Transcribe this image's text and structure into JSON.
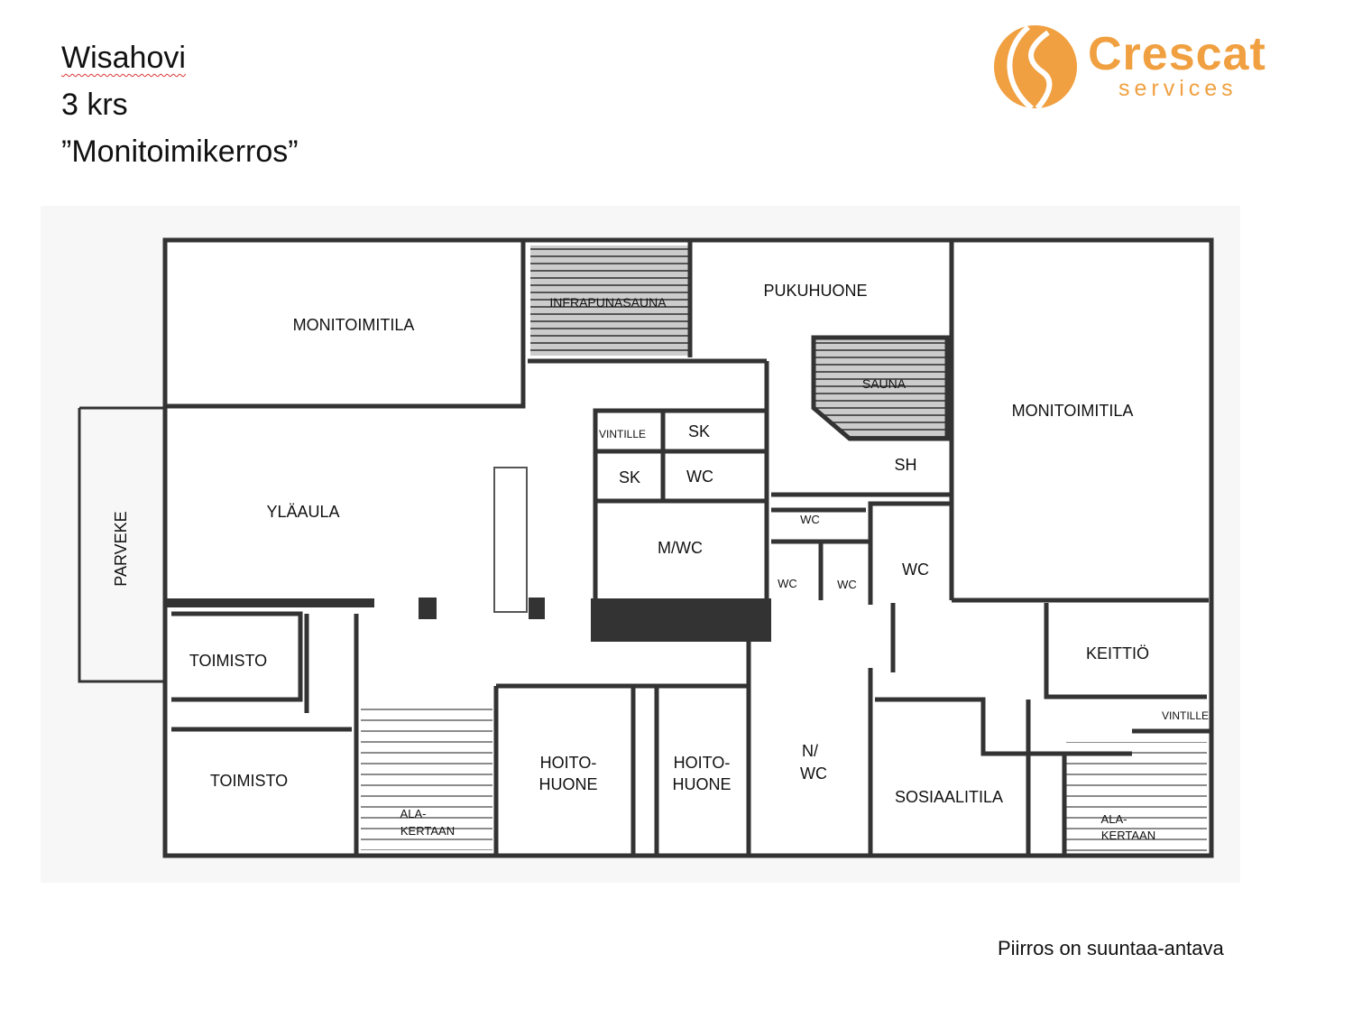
{
  "header": {
    "building": "Wisahovi",
    "floor": "3 krs",
    "floor_name": "”Monitoimikerros”"
  },
  "logo": {
    "name": "Crescat",
    "tagline": "services",
    "color": "#f0a040"
  },
  "rooms": {
    "monitoimitila_west": "MONITOIMITILA",
    "infrapunasauna": "INFRAPUNASAUNA",
    "pukuhuone": "PUKUHUONE",
    "sauna": "SAUNA",
    "monitoimitila_east": "MONITOIMITILA",
    "vintille_1": "VINTILLE",
    "sk_1": "SK",
    "sk_2": "SK",
    "wc_1": "WC",
    "sh": "SH",
    "ylaaula": "YLÄAULA",
    "parveke": "PARVEKE",
    "mwc": "M/WC",
    "wc_2": "WC",
    "wc_3": "WC",
    "wc_4": "WC",
    "wc_5": "WC",
    "toimisto_1": "TOIMISTO",
    "toimisto_2": "TOIMISTO",
    "keittio": "KEITTIÖ",
    "vintille_2": "VINTILLE",
    "hoitohuone_1a": "HOITO-",
    "hoitohuone_1b": "HUONE",
    "hoitohuone_2a": "HOITO-",
    "hoitohuone_2b": "HUONE",
    "nwc_a": "N/",
    "nwc_b": "WC",
    "sosiaalitila": "SOSIAALITILA",
    "alakertaan_1a": "ALA-",
    "alakertaan_1b": "KERTAAN",
    "alakertaan_2a": "ALA-",
    "alakertaan_2b": "KERTAAN"
  },
  "footer": {
    "note": "Piirros on suuntaa-antava"
  }
}
